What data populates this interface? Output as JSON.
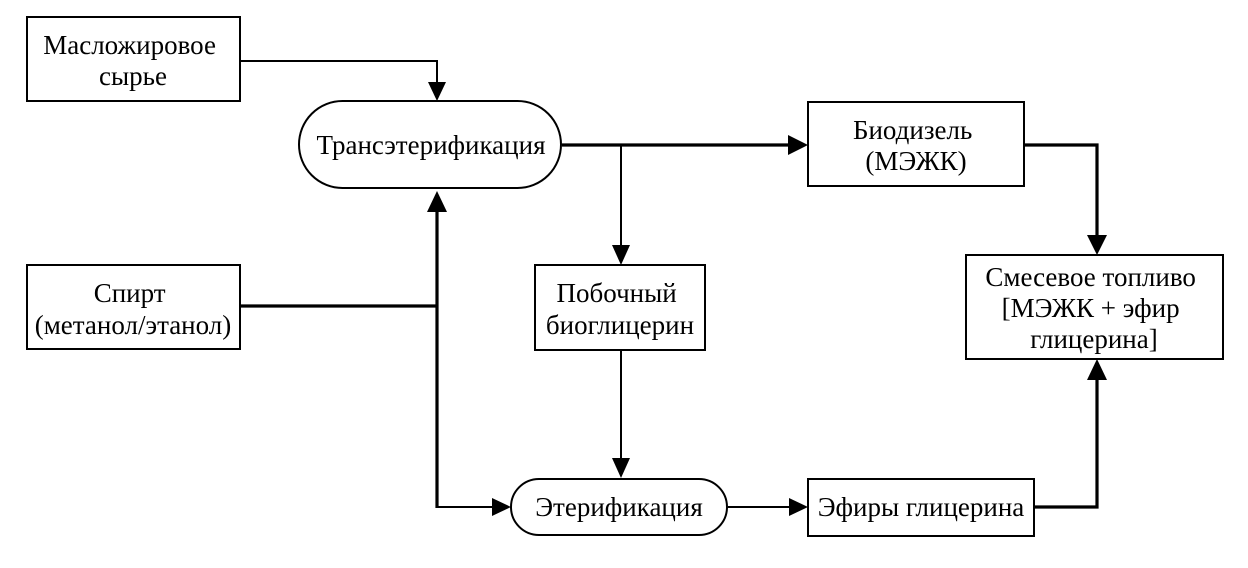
{
  "diagram": {
    "nodes": {
      "feedstock": {
        "lines": [
          "Масложировое",
          "сырье"
        ]
      },
      "transesterification": {
        "lines": [
          "Трансэтерификация"
        ]
      },
      "biodiesel": {
        "lines": [
          "Биодизель",
          "(МЭЖК)"
        ]
      },
      "alcohol": {
        "lines": [
          "Спирт",
          "(метанол/этанол)"
        ]
      },
      "byproduct_glycerol": {
        "lines": [
          "Побочный",
          "биоглицерин"
        ]
      },
      "blended_fuel": {
        "lines": [
          "Смесевое топливо",
          "[МЭЖК + эфир",
          "глицерина]"
        ]
      },
      "etherification": {
        "lines": [
          "Этерификация"
        ]
      },
      "glycerol_ethers": {
        "lines": [
          "Эфиры глицерина"
        ]
      }
    }
  }
}
